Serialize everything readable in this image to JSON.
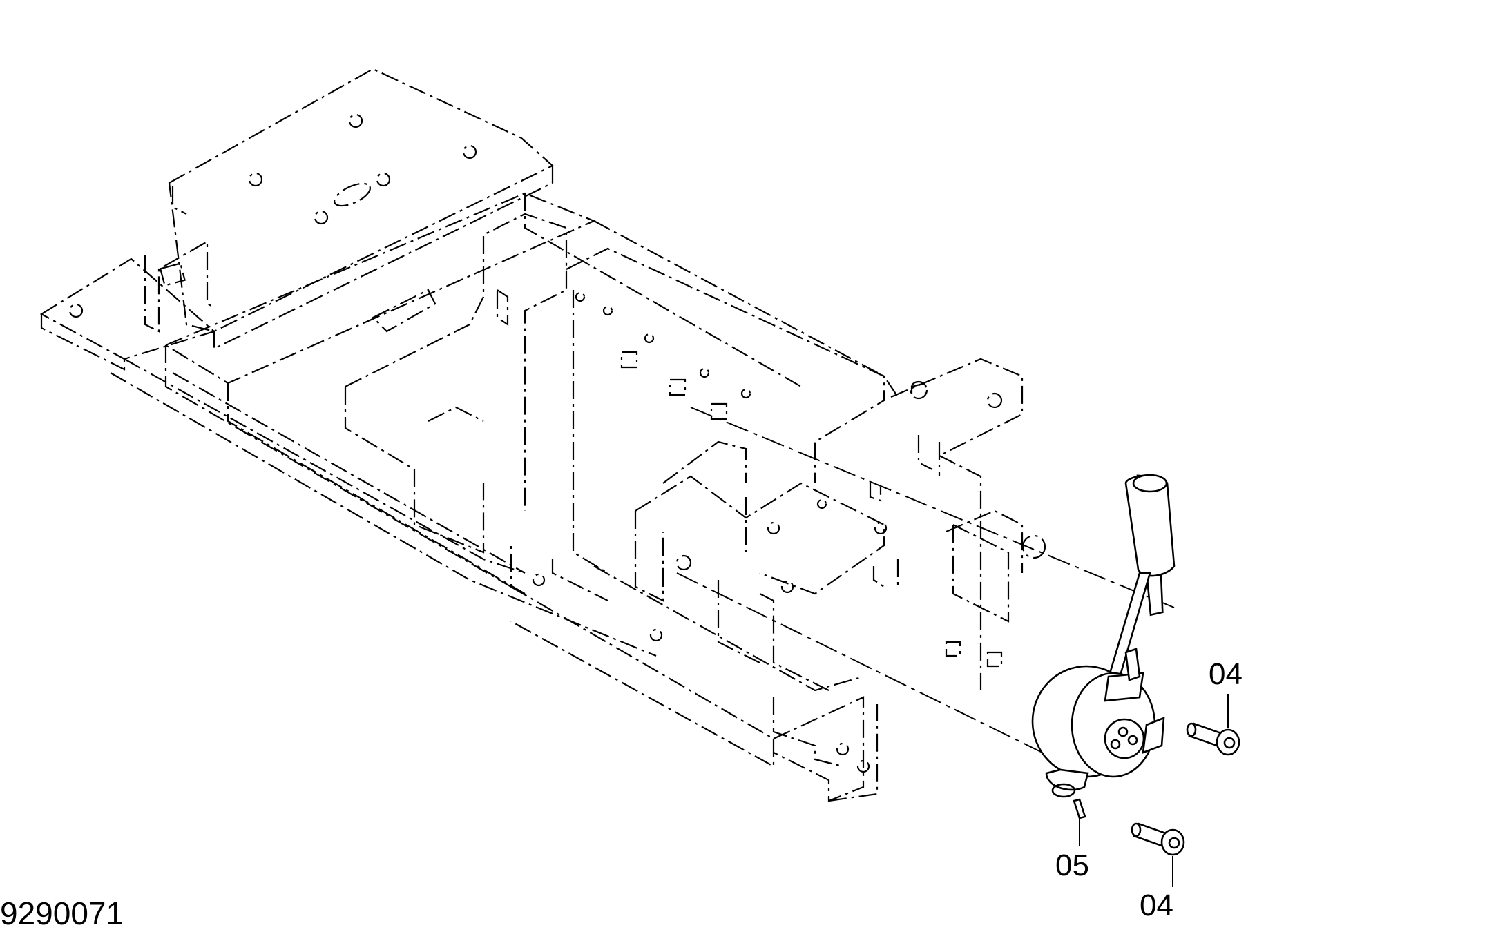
{
  "drawing": {
    "document_number": "9290071",
    "callouts": [
      {
        "id": "04",
        "label": "04"
      },
      {
        "id": "05",
        "label": "05"
      },
      {
        "id": "04b",
        "label": "04"
      }
    ]
  },
  "icons": {
    "frame": "chassis-frame-icon",
    "lever": "control-lever-icon",
    "bolt": "bolt-icon"
  }
}
